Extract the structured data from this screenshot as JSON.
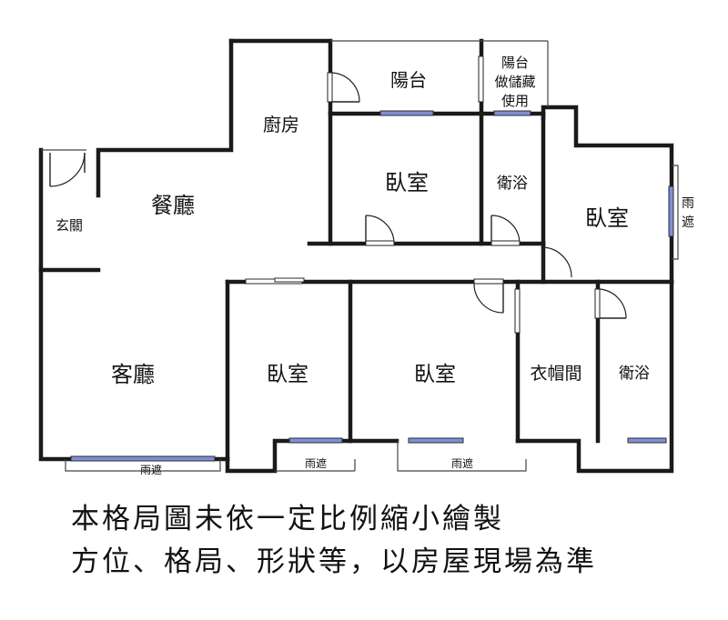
{
  "rooms": {
    "balcony": "陽台",
    "balcony_storage_1": "陽台",
    "balcony_storage_2": "做儲藏",
    "balcony_storage_3": "使用",
    "kitchen": "廚房",
    "dining": "餐廳",
    "entrance": "玄關",
    "bedroom_top": "臥室",
    "bath_top": "衛浴",
    "bedroom_right": "臥室",
    "canopy_right_1": "雨",
    "canopy_right_2": "遮",
    "living": "客廳",
    "bedroom_bottom_left": "臥室",
    "bedroom_bottom_mid": "臥室",
    "closet": "衣帽間",
    "bath_bottom": "衛浴",
    "canopy_living": "雨遮",
    "canopy_bedroom_left": "雨遮",
    "canopy_bedroom_mid": "雨遮"
  },
  "notes": {
    "line1": "本格局圖未依一定比例縮小繪製",
    "line2": "方位、格局、形狀等，以房屋現場為準"
  }
}
